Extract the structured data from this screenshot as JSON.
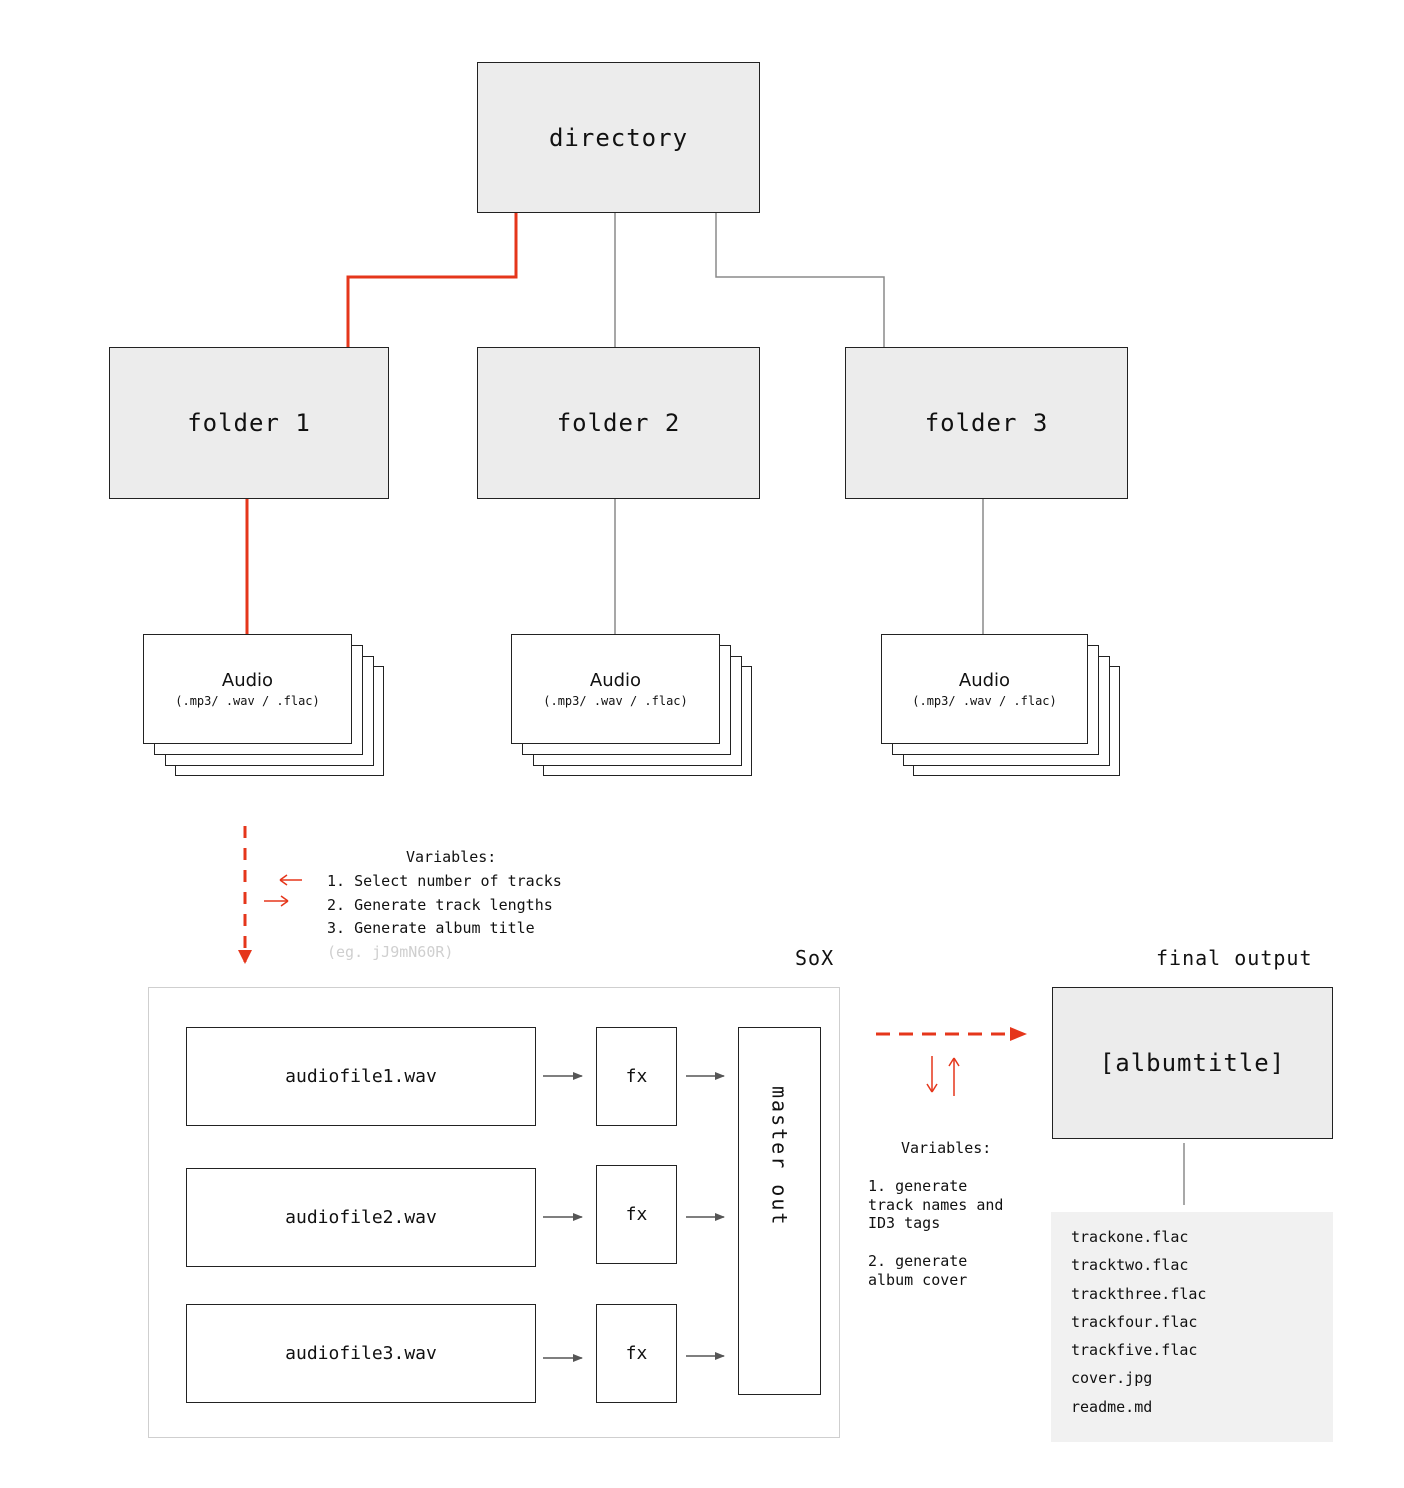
{
  "top": {
    "directory": "directory"
  },
  "folders": [
    "folder 1",
    "folder 2",
    "folder 3"
  ],
  "audio": {
    "title": "Audio",
    "formats": "(.mp3/ .wav / .flac)"
  },
  "variables_top": {
    "heading": "Variables:",
    "items": [
      "1. Select number of tracks",
      "2. Generate track lengths",
      "3. Generate album title"
    ],
    "example": "(eg. jJ9mN60R)"
  },
  "sox": {
    "label": "SoX",
    "files": [
      "audiofile1.wav",
      "audiofile2.wav",
      "audiofile3.wav"
    ],
    "fx": "fx",
    "master": "master out"
  },
  "variables_bottom": {
    "heading": "Variables:",
    "item1": "1. generate\ntrack names and\nID3 tags",
    "item2": "2. generate\nalbum cover"
  },
  "final": {
    "label": "final output",
    "album": "[albumtitle]",
    "files": [
      "trackone.flac",
      "tracktwo.flac",
      "trackthree.flac",
      "trackfour.flac",
      "trackfive.flac",
      "cover.jpg",
      "readme.md"
    ]
  },
  "colors": {
    "accent": "#e5361b",
    "line": "#8a8a8a",
    "box_fill": "#ececec",
    "list_fill": "#f1f1f1"
  }
}
